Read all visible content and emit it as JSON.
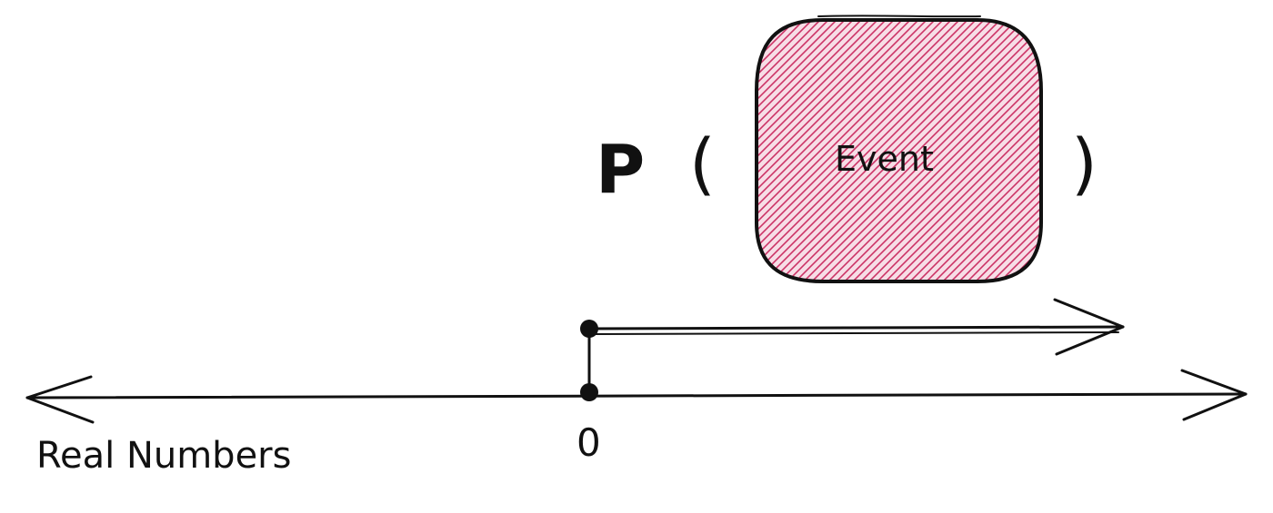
{
  "diagram": {
    "probability_symbol": "P",
    "open_paren": "(",
    "close_paren": ")",
    "event_label": "Event",
    "zero_label": "0",
    "axis_label": "Real Numbers",
    "colors": {
      "ink": "#111111",
      "event_hatch": "#cc3366",
      "event_fill": "#f7dde6"
    }
  }
}
